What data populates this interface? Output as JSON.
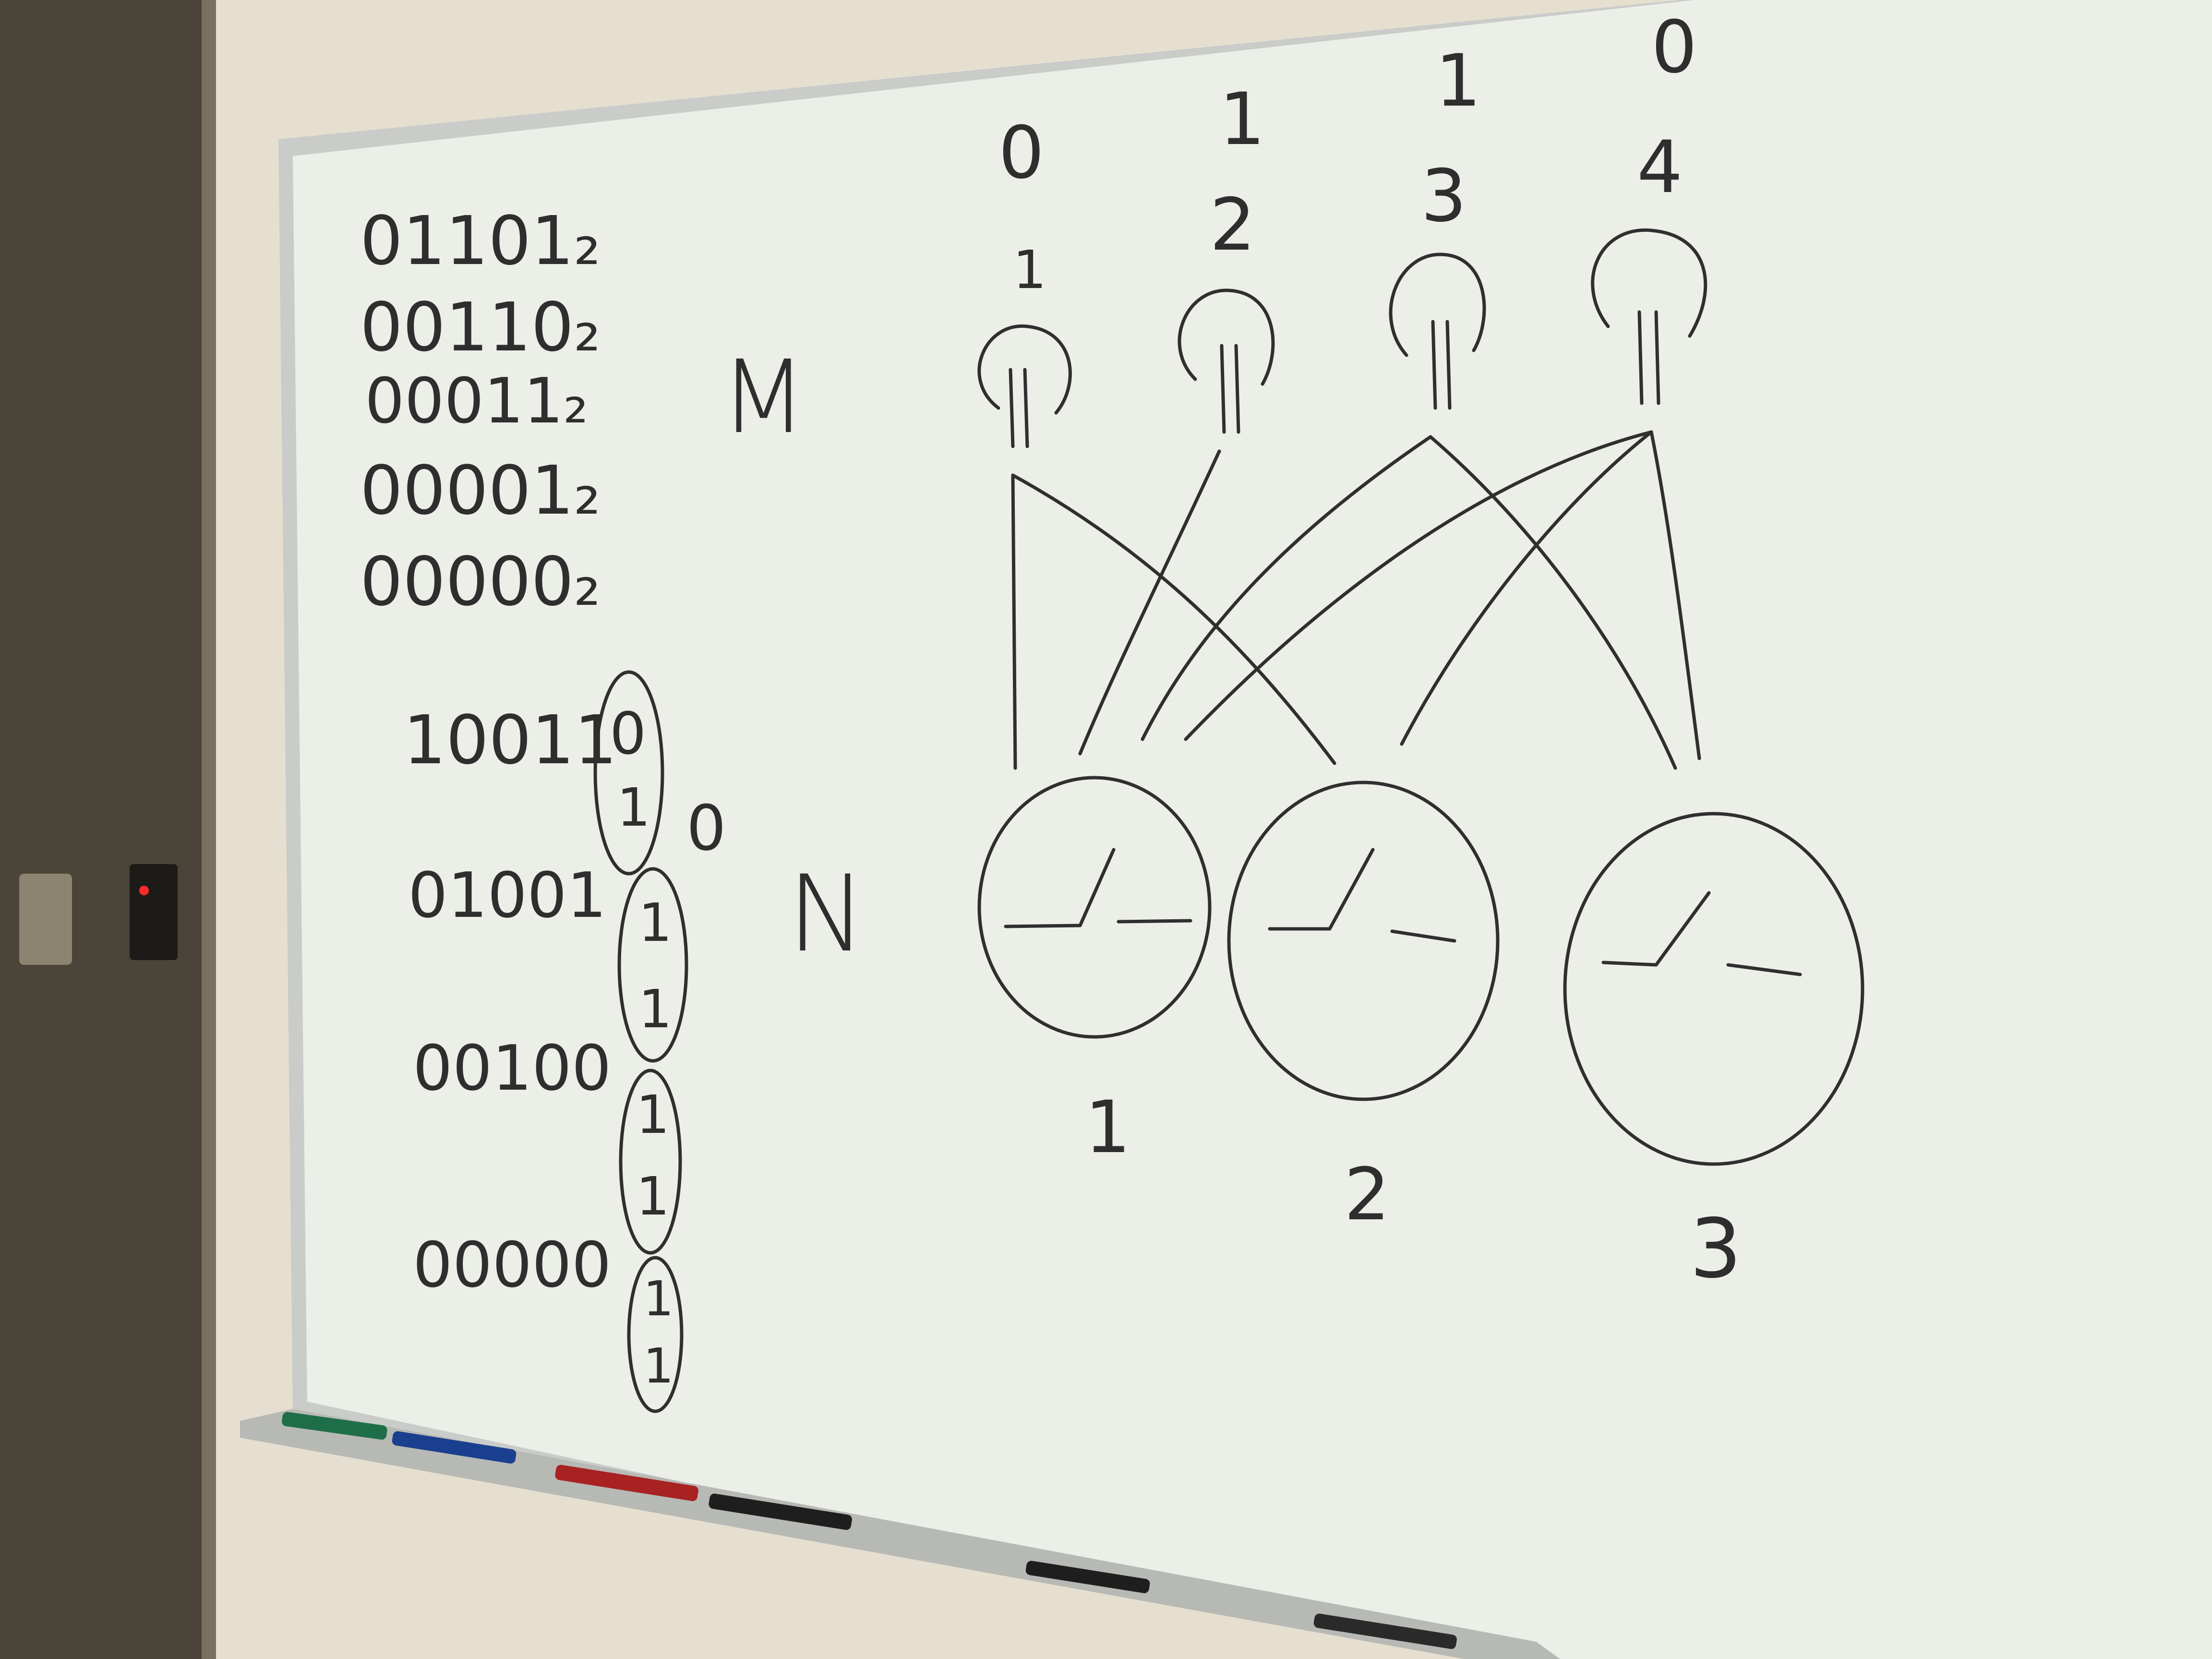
{
  "board": {
    "binary_rows": [
      "01101₂",
      "00110₂",
      "00011₂",
      "00001₂",
      "00000₂"
    ],
    "grouped_rows": [
      "10011",
      "01001",
      "00100",
      "00000"
    ],
    "circled_digits": [
      "0\n1",
      "1\n1",
      "1\n1",
      "1\n1"
    ],
    "side_digit": "0",
    "label_m": "M",
    "label_n": "N",
    "top_row_bits": [
      "0",
      "1",
      "1",
      "0"
    ],
    "top_row_indices": [
      "",
      "2",
      "3",
      "4"
    ],
    "small_row_labels": [
      "1",
      "",
      "",
      ""
    ],
    "bottom_labels": [
      "1",
      "2",
      "3"
    ]
  },
  "colors": {
    "wall": "#e6dfd0",
    "board": "#eceee8",
    "frame": "#c9ccc9",
    "ink": "#2f2f2f",
    "door": "#4a4538"
  }
}
